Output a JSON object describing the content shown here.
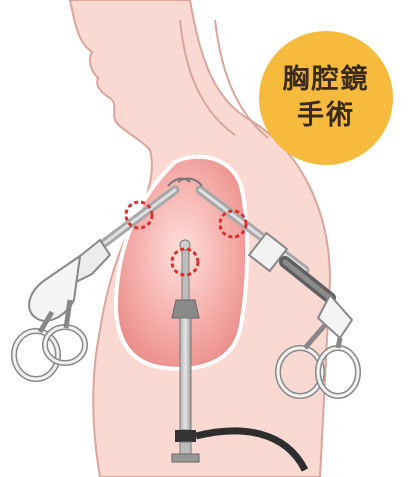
{
  "badge": {
    "line1": "胸腔鏡",
    "line2": "手術",
    "color": "#f6bb3c"
  },
  "colors": {
    "skin": "#fbd9d3",
    "skin_outline": "#d9a59c",
    "cavity": "#f4a5a5",
    "metal": "#9a9a9a",
    "metal_dark": "#6d6d6d",
    "highlight_ring": "#d9302c"
  },
  "illustration": {
    "subject": "torso-side-view",
    "instruments": [
      "thoracoscope",
      "left-grasper",
      "right-grasper"
    ],
    "port_markers": 3
  }
}
